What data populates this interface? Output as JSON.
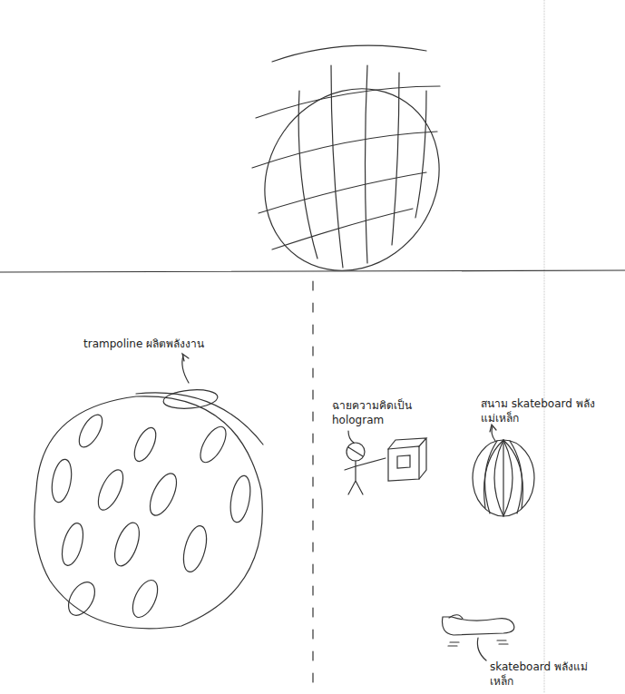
{
  "diagram": {
    "labels": [
      "trampoline ผลิตพลังงาน",
      "ฉายความคิดเป็น hologram",
      "สนาม skateboard พลังแม่เหล็ก",
      "skateboard พลังแม่เหล็ก"
    ]
  }
}
